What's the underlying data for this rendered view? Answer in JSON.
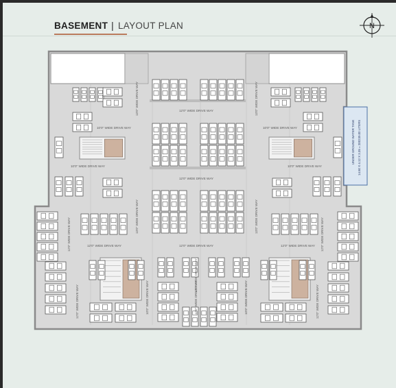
{
  "header": {
    "title_strong": "BASEMENT",
    "separator": "|",
    "title_light": "LAYOUT PLAN"
  },
  "compass": {
    "letter": "N",
    "icon": "north-arrow-icon"
  },
  "tank": {
    "line1": "UNDER GROUND WATER TANK",
    "line2": "14.50 X 4.12 X 3.35 = 200239.00 LITERS"
  },
  "driveway_labels": {
    "w12": "12'0\" WIDE DRIVE WAY",
    "w10": "10'0\" WIDE DRIVE WAY",
    "w13": "13'0\" WIDE DRIVE WAY"
  },
  "colors": {
    "background": "#e6ede9",
    "floor": "#d9d9d9",
    "wall": "#8a8a8a",
    "accent": "#b97a5b",
    "tank_fill": "#dce7f2",
    "tank_border": "#4a6fa5"
  }
}
